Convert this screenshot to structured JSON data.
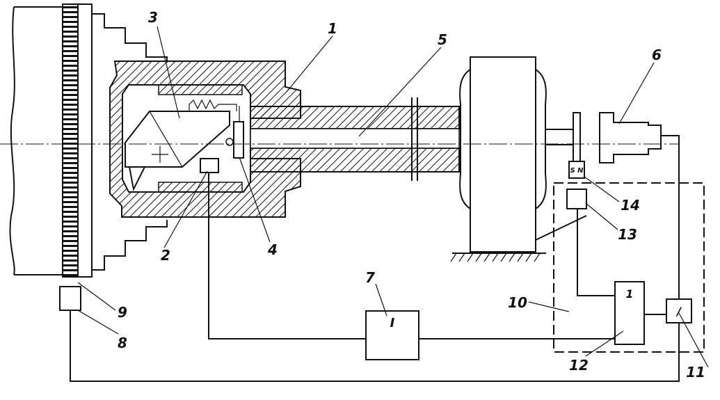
{
  "callouts": [
    "1",
    "2",
    "3",
    "4",
    "5",
    "6",
    "7",
    "8",
    "9",
    "10",
    "11",
    "12",
    "13",
    "14"
  ],
  "box_glyphs": {
    "block_7": "I",
    "block_12": "1",
    "block_11": "/",
    "sensor_14": "S N"
  },
  "colors": {
    "ink": "#111111",
    "paper": "#ffffff"
  }
}
